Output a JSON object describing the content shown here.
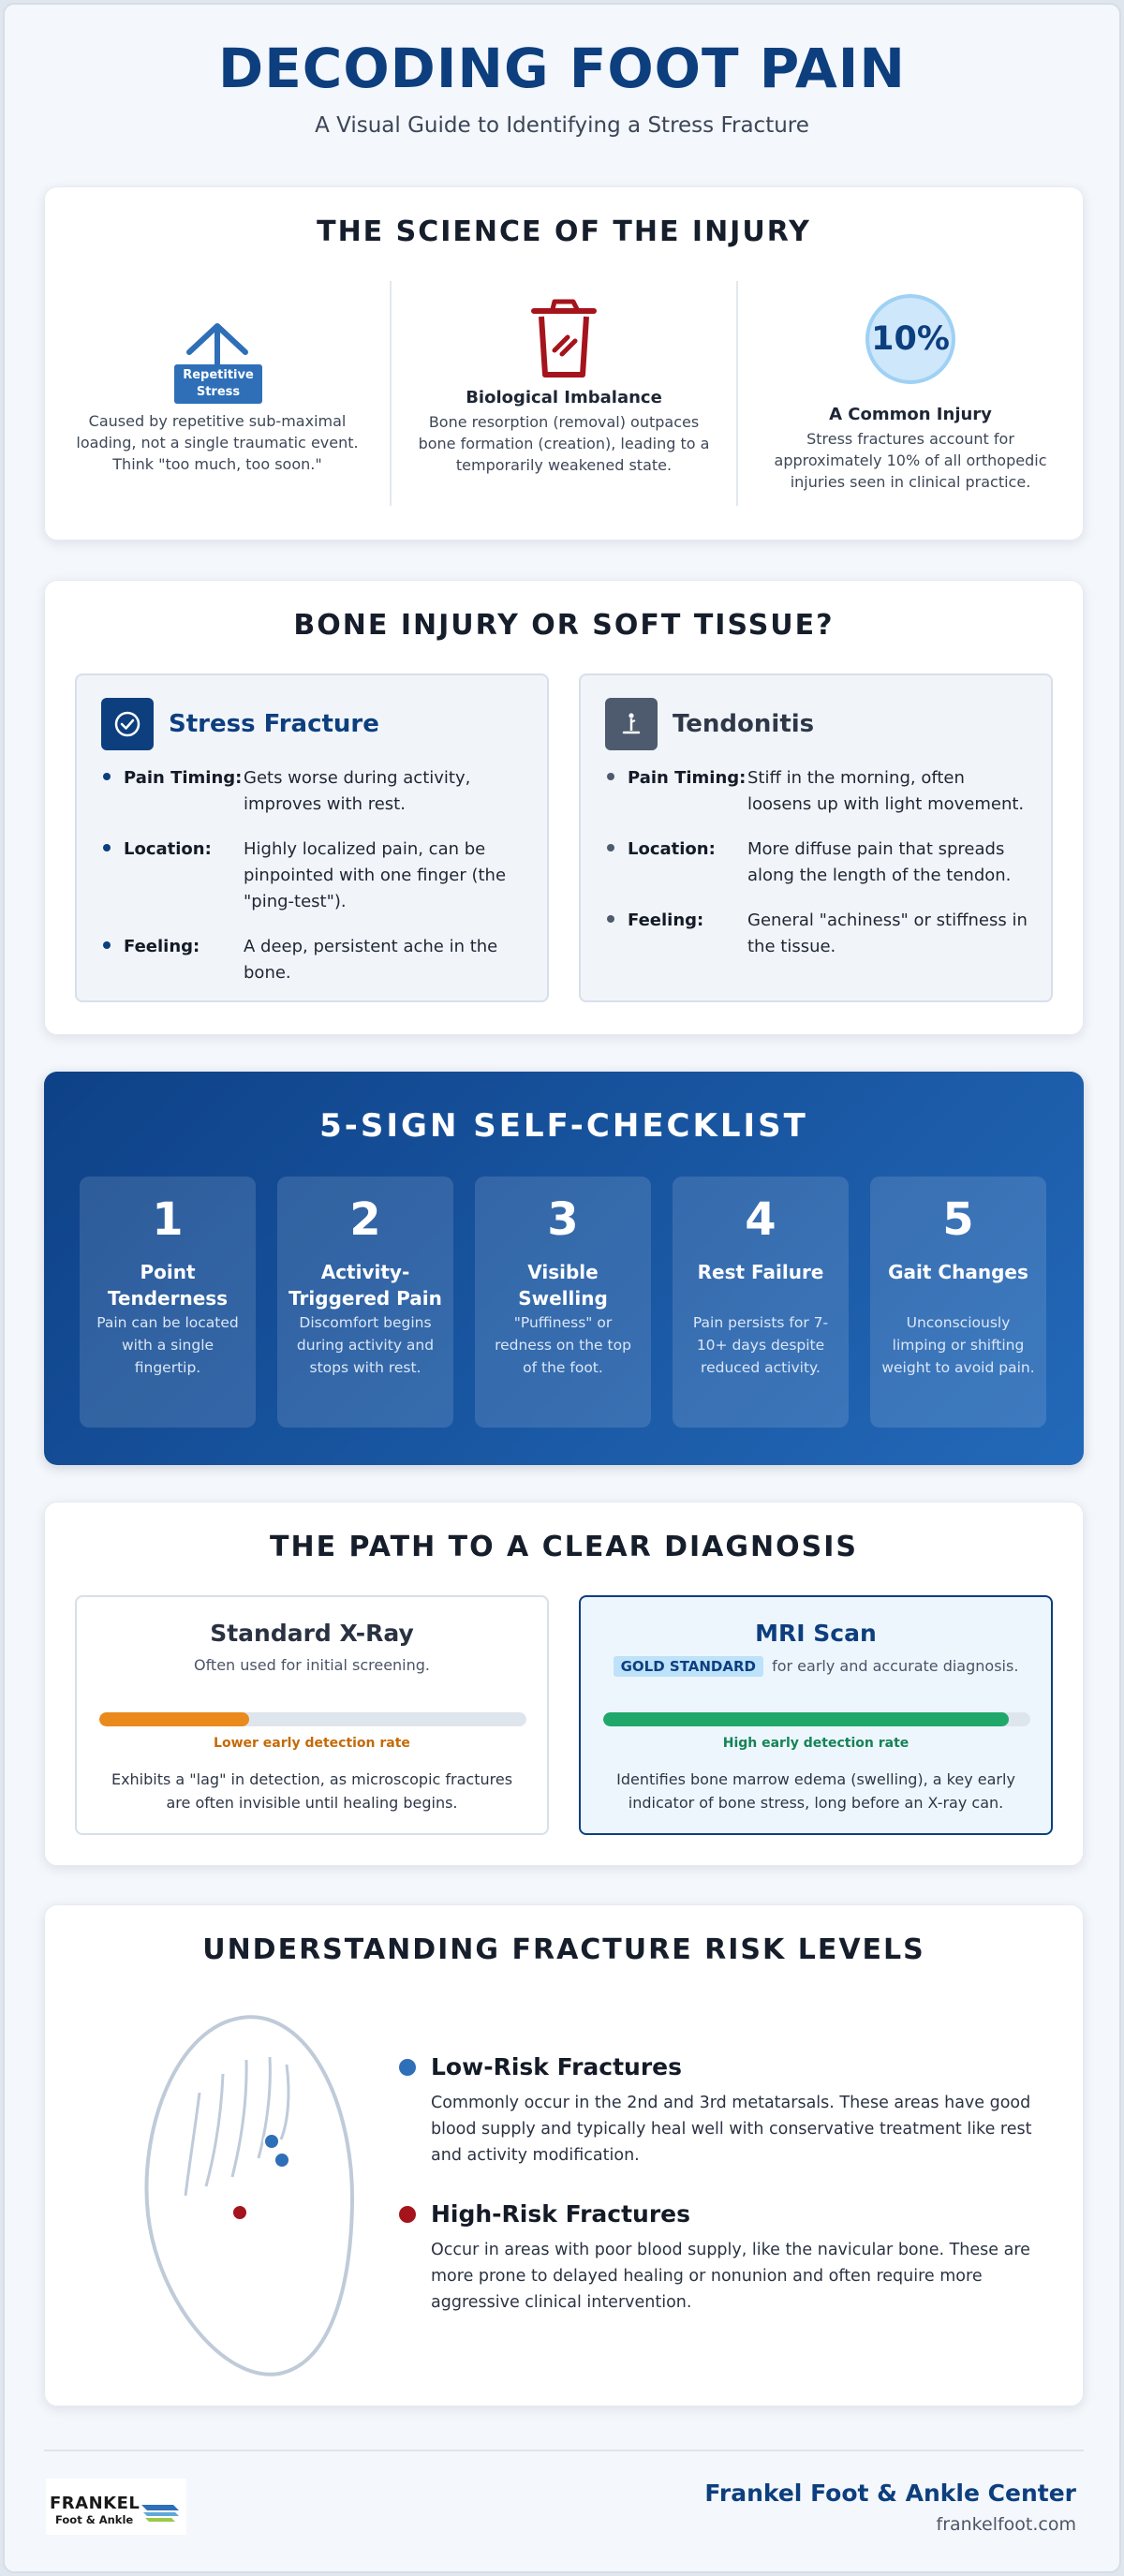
{
  "header": {
    "title": "DECODING FOOT PAIN",
    "subtitle": "A Visual Guide to Identifying a Stress Fracture"
  },
  "science": {
    "title": "THE SCIENCE OF THE INJURY",
    "columns": [
      {
        "badge": "Repetitive Stress",
        "heading": "",
        "text": "Caused by repetitive sub-maximal loading, not a single traumatic event. Think \"too much, too soon.\""
      },
      {
        "heading": "Biological Imbalance",
        "text": "Bone resorption (removal) outpaces bone formation (creation), leading to a temporarily weakened state."
      },
      {
        "stat": "10%",
        "heading": "A Common Injury",
        "text": "Stress fractures account for approximately 10% of all orthopedic injuries seen in clinical practice."
      }
    ]
  },
  "compare": {
    "title": "BONE INJURY OR SOFT TISSUE?",
    "stress_fracture": {
      "name": "Stress Fracture",
      "items": [
        {
          "key": "Pain Timing:",
          "value": "Gets worse during activity, improves with rest."
        },
        {
          "key": "Location:",
          "value": "Highly localized pain, can be pinpointed with one finger (the \"ping-test\")."
        },
        {
          "key": "Feeling:",
          "value": "A deep, persistent ache in the bone."
        }
      ]
    },
    "tendonitis": {
      "name": "Tendonitis",
      "items": [
        {
          "key": "Pain Timing:",
          "value": "Stiff in the morning, often loosens up with light movement."
        },
        {
          "key": "Location:",
          "value": "More diffuse pain that spreads along the length of the tendon."
        },
        {
          "key": "Feeling:",
          "value": "General \"achiness\" or stiffness in the tissue."
        }
      ]
    }
  },
  "checklist": {
    "title": "5-SIGN SELF-CHECKLIST",
    "signs": [
      {
        "num": "1",
        "title": "Point Tenderness",
        "desc": "Pain can be located with a single fingertip."
      },
      {
        "num": "2",
        "title": "Activity-Triggered Pain",
        "desc": "Discomfort begins during activity and stops with rest."
      },
      {
        "num": "3",
        "title": "Visible Swelling",
        "desc": "\"Puffiness\" or redness on the top of the foot."
      },
      {
        "num": "4",
        "title": "Rest Failure",
        "desc": "Pain persists for 7-10+ days despite reduced activity."
      },
      {
        "num": "5",
        "title": "Gait Changes",
        "desc": "Unconsciously limping or shifting weight to avoid pain."
      }
    ]
  },
  "diagnosis": {
    "title": "THE PATH TO A CLEAR DIAGNOSIS",
    "xray": {
      "name": "Standard X-Ray",
      "sub": "Often used for initial screening.",
      "detection": 0.35,
      "bar_label": "Lower early detection rate",
      "text": "Exhibits a \"lag\" in detection, as microscopic fractures are often invisible until healing begins."
    },
    "mri": {
      "name": "MRI Scan",
      "badge": "GOLD STANDARD",
      "sub": "for early and accurate diagnosis.",
      "detection": 0.95,
      "bar_label": "High early detection rate",
      "text": "Identifies bone marrow edema (swelling), a key early indicator of bone stress, long before an X-ray can."
    }
  },
  "risk": {
    "title": "UNDERSTANDING FRACTURE RISK LEVELS",
    "low": {
      "name": "Low-Risk Fractures",
      "text": "Commonly occur in the 2nd and 3rd metatarsals. These areas have good blood supply and typically heal well with conservative treatment like rest and activity modification."
    },
    "high": {
      "name": "High-Risk Fractures",
      "text": "Occur in areas with poor blood supply, like the navicular bone. These are more prone to delayed healing or nonunion and often require more aggressive clinical intervention."
    }
  },
  "footer": {
    "logo_line1": "FRANKEL",
    "logo_line2": "Foot & Ankle",
    "clinic_name": "Frankel Foot & Ankle Center",
    "clinic_url": "frankelfoot.com"
  },
  "colors": {
    "brand_navy": "#0d3f7f",
    "accent_blue": "#2e6fb8",
    "danger_red": "#a5141c",
    "xray_orange": "#ea8a1c",
    "mri_green": "#1fa86a"
  },
  "icons": [
    "arrow-up-icon",
    "trash-bin-icon",
    "check-circle-icon",
    "tendon-icon",
    "foot-outline-icon"
  ]
}
